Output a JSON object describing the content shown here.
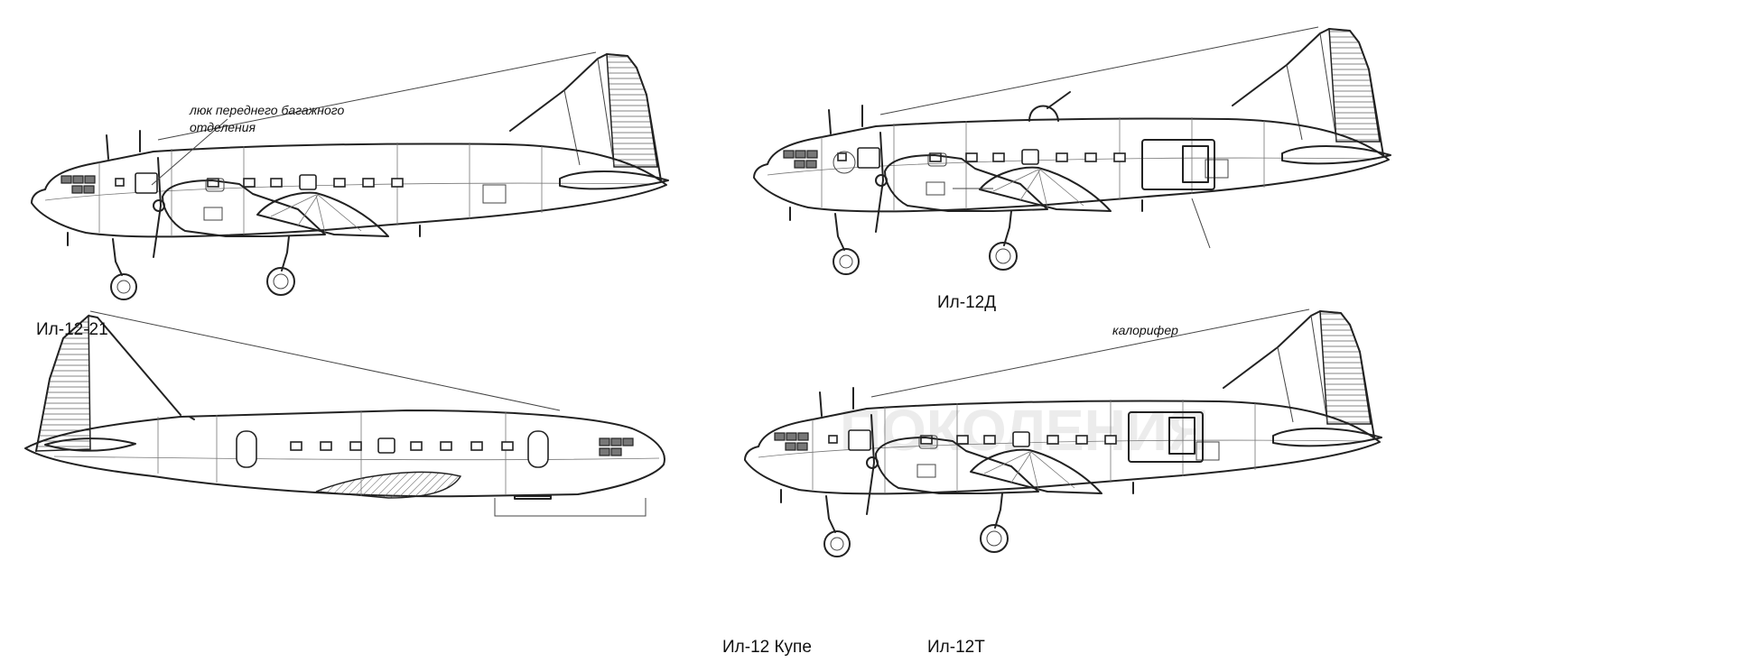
{
  "views": [
    {
      "id": "il-12-21",
      "label": "Ил-12-21"
    },
    {
      "id": "il-12d",
      "label": "Ил-12Д"
    },
    {
      "id": "il-12-kupe",
      "label": "Ил-12 Купе"
    },
    {
      "id": "il-12t",
      "label": "Ил-12Т"
    }
  ],
  "callouts": {
    "front_baggage_hatch": "люк переднего багажного отделения",
    "heater": "калорифер"
  },
  "colors": {
    "line": "#222222",
    "cockpit_glass": "#777777",
    "background": "#ffffff"
  }
}
